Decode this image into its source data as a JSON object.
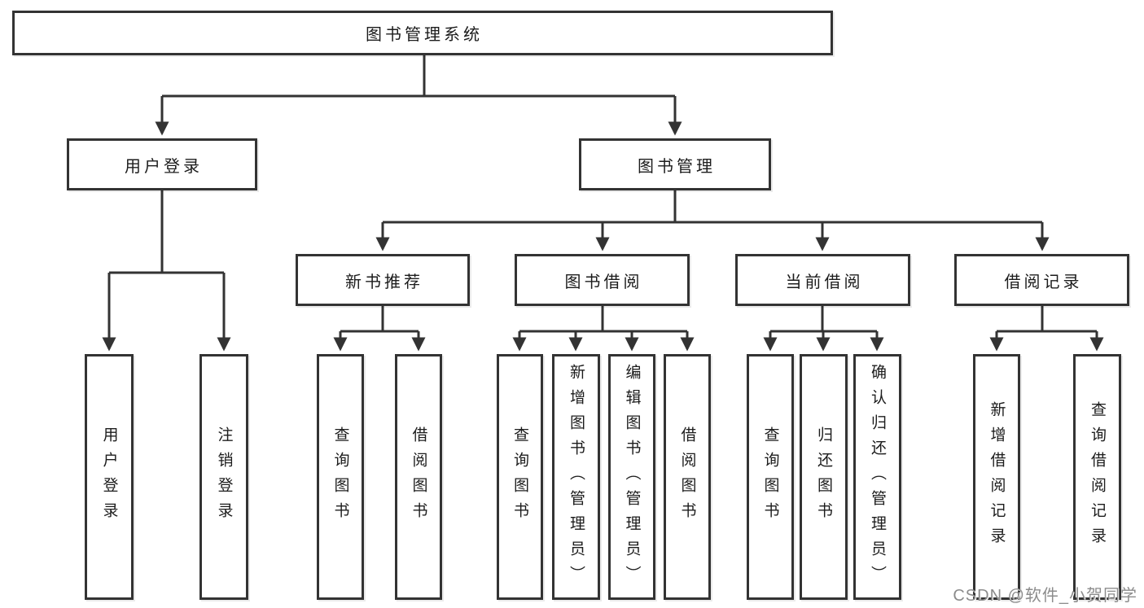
{
  "diagram": {
    "root": {
      "label": "图书管理系统"
    },
    "branches": {
      "user_login": {
        "label": "用户登录",
        "children": [
          {
            "label": "用户登录"
          },
          {
            "label": "注销登录"
          }
        ]
      },
      "book_management": {
        "label": "图书管理",
        "children": [
          {
            "label": "新书推荐",
            "children": [
              {
                "label": "查询图书"
              },
              {
                "label": "借阅图书"
              }
            ]
          },
          {
            "label": "图书借阅",
            "children": [
              {
                "label": "查询图书"
              },
              {
                "label": "新增图书（管理员）"
              },
              {
                "label": "编辑图书（管理员）"
              },
              {
                "label": "借阅图书"
              }
            ]
          },
          {
            "label": "当前借阅",
            "children": [
              {
                "label": "查询图书"
              },
              {
                "label": "归还图书"
              },
              {
                "label": "确认归还（管理员）"
              }
            ]
          },
          {
            "label": "借阅记录",
            "children": [
              {
                "label": "新增借阅记录"
              },
              {
                "label": "查询借阅记录"
              }
            ]
          }
        ]
      }
    },
    "watermark": "CSDN @软件_小贺同学",
    "colors": {
      "line": "#333333",
      "text": "#1c1c1c",
      "watermark": "#8c8c8c",
      "background": "#ffffff"
    }
  }
}
